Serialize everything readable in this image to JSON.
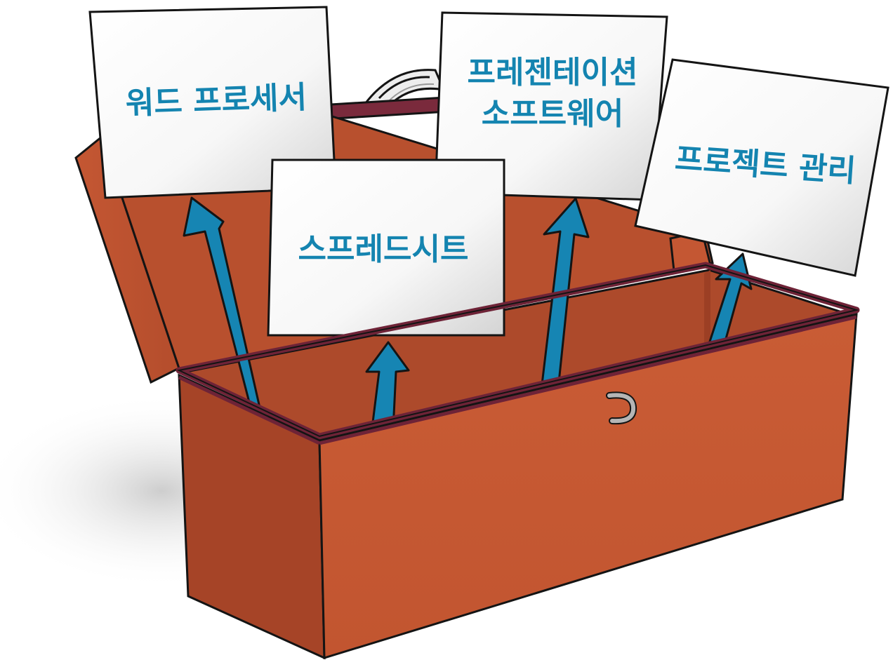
{
  "colors": {
    "box_front": "#c85a33",
    "box_side": "#a9462a",
    "box_inside": "#b8502e",
    "box_rim": "#6e2337",
    "outline": "#141414",
    "arrow": "#1685b3",
    "label_text": "#1484b0",
    "card_fill": "#ffffff",
    "shadow": "#cfcfcf",
    "clasp": "#a9a9a9"
  },
  "labels": {
    "word_processor": "워드 프로세서",
    "spreadsheet": "스프레드시트",
    "presentation_line1": "프레젠테이션",
    "presentation_line2": "소프트웨어",
    "project_management": "프로젝트 관리"
  },
  "icons": {
    "toolbox": "toolbox-icon",
    "clasp": "clasp-icon",
    "handle": "handle-icon",
    "arrow": "up-arrow-icon"
  }
}
